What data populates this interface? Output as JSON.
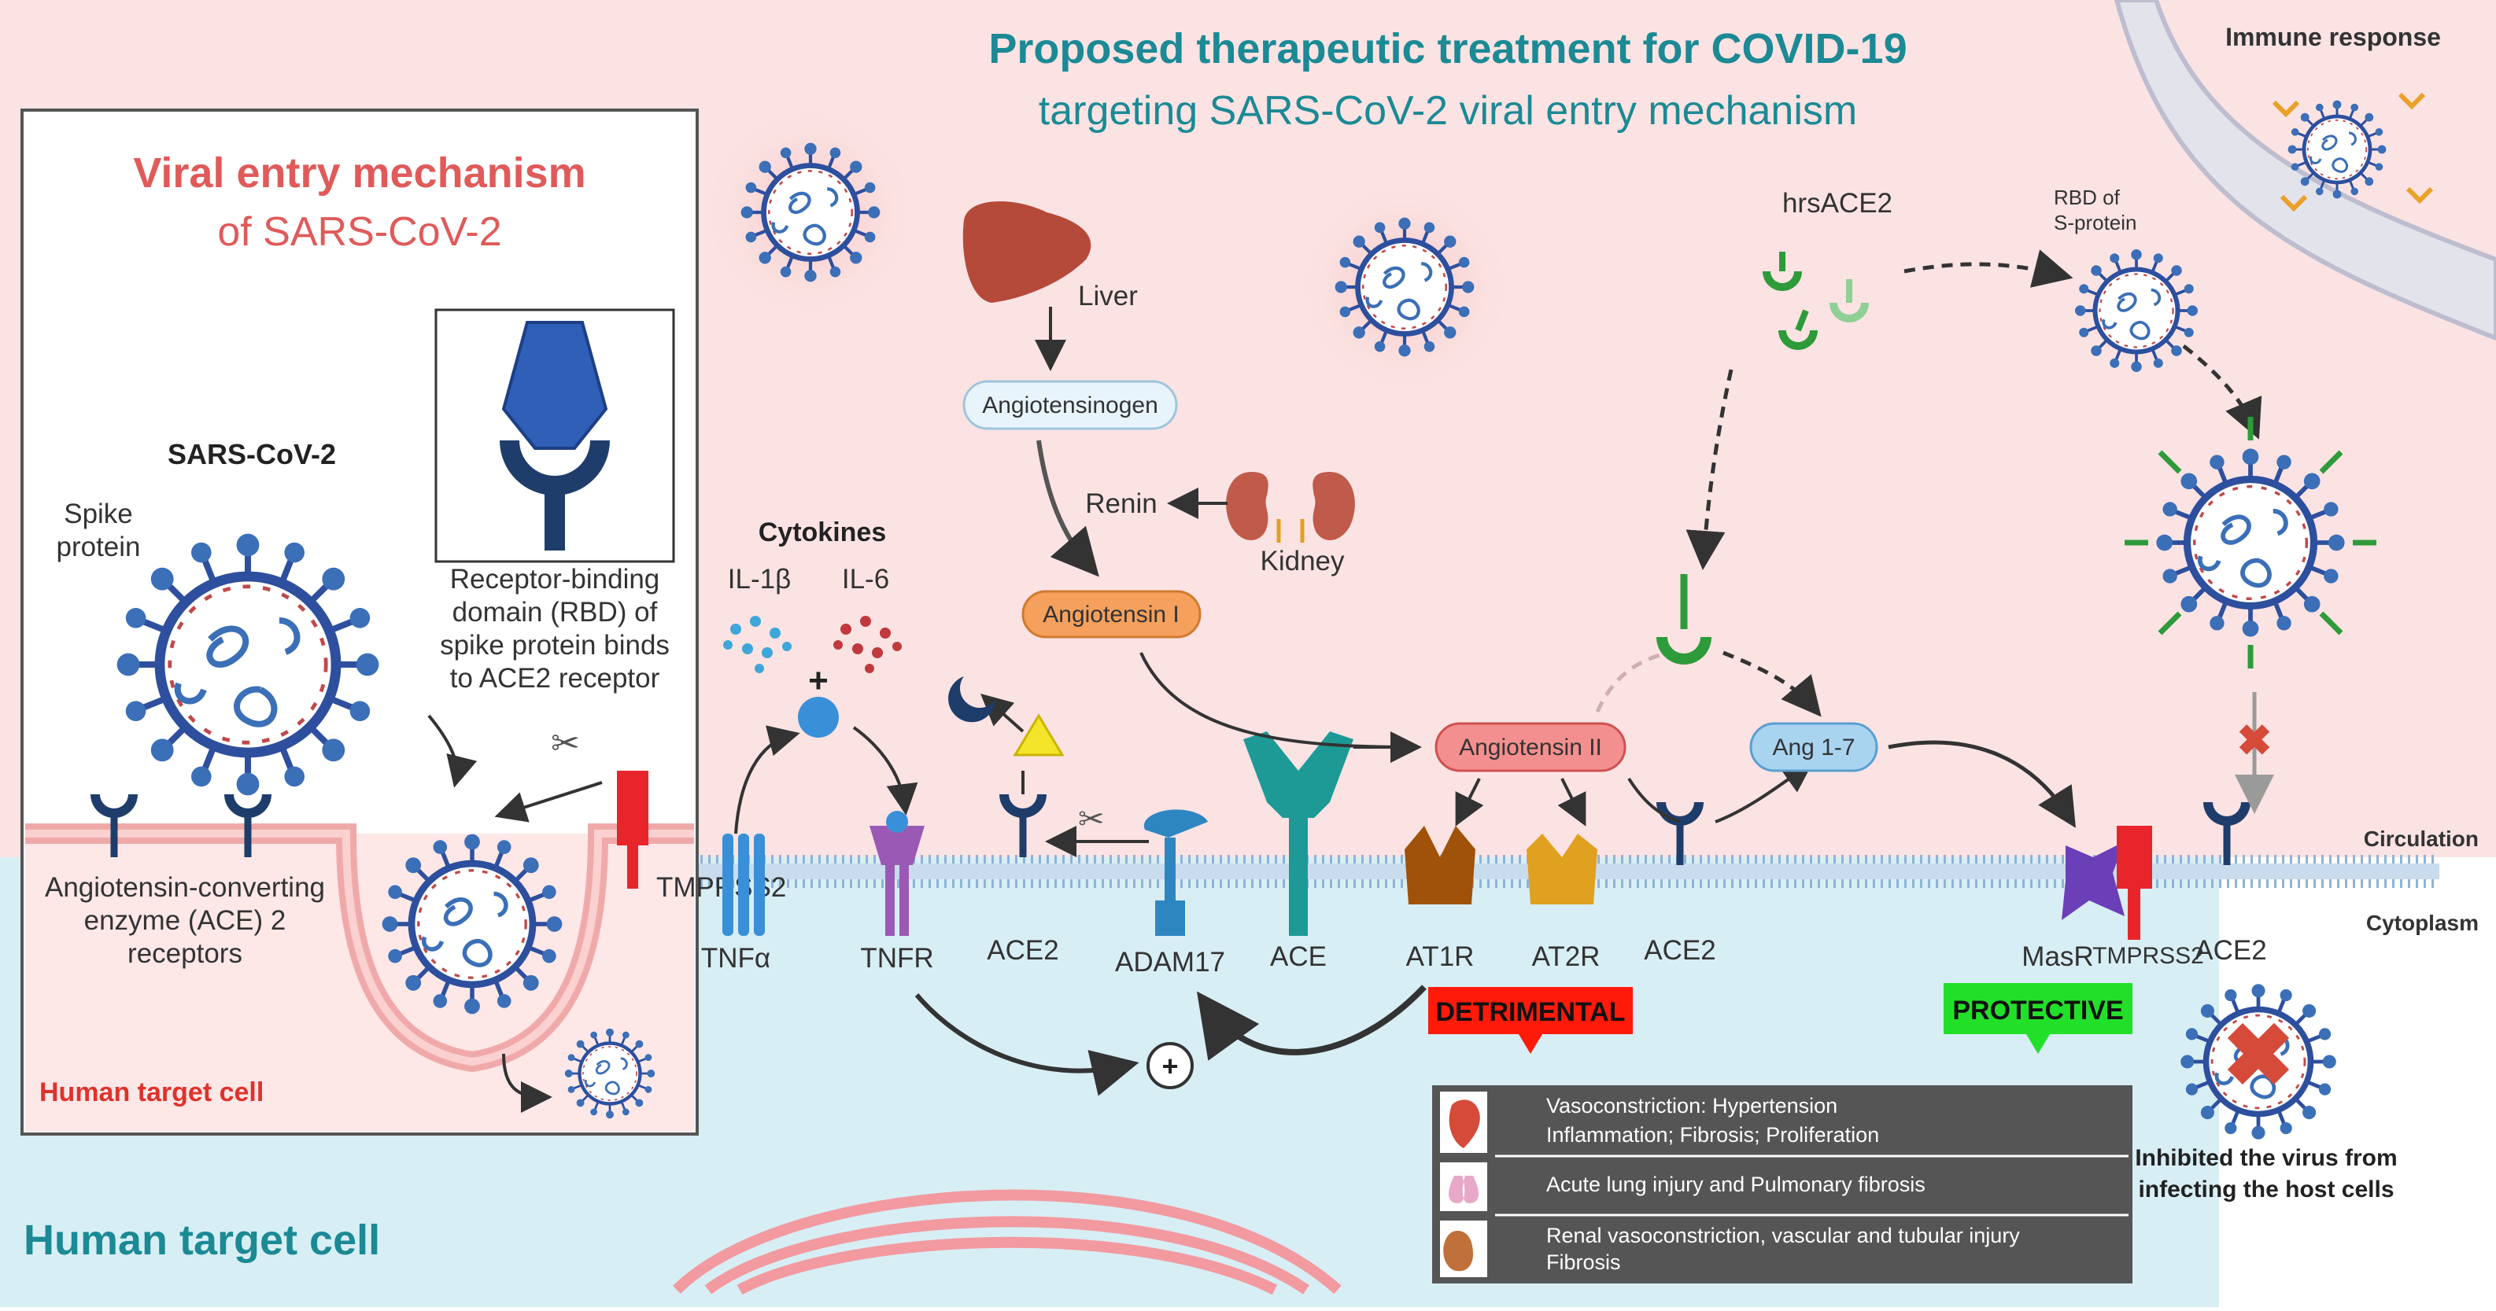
{
  "header": {
    "title": "Proposed therapeutic treatment for COVID-19",
    "subtitle": "targeting SARS-CoV-2 viral entry mechanism"
  },
  "inset": {
    "title": "Viral entry mechanism",
    "subtitle": "of SARS-CoV-2",
    "virus_label": "SARS-CoV-2",
    "spike_label_1": "Spike",
    "spike_label_2": "protein",
    "rbd_caption": [
      "Receptor-binding",
      "domain (RBD) of",
      "spike protein binds",
      "to ACE2 receptor"
    ],
    "ace2_caption": [
      "Angiotensin-converting",
      "enzyme (ACE) 2",
      "receptors"
    ],
    "tmprss2": "TMPRSS2",
    "cell_label": "Human target cell"
  },
  "cytokines": {
    "title": "Cytokines",
    "il1b": "IL-1β",
    "il6": "IL-6",
    "plus": "+"
  },
  "raas": {
    "liver": "Liver",
    "angiotensinogen": "Angiotensinogen",
    "renin": "Renin",
    "kidney": "Kidney",
    "angiotensin_i": "Angiotensin I",
    "angiotensin_ii": "Angiotensin II",
    "ang17": "Ang 1-7",
    "hrsace2": "hrsACE2",
    "rbd_s_1": "RBD of",
    "rbd_s_2": "S-protein"
  },
  "membrane": {
    "circulation": "Circulation",
    "cytoplasm": "Cytoplasm",
    "receptors": [
      "TNFα",
      "TNFR",
      "ACE2",
      "ADAM17",
      "ACE",
      "AT1R",
      "AT2R",
      "ACE2",
      "MasR",
      "TMPRSS2",
      "ACE2"
    ]
  },
  "outcomes": {
    "detrimental": "DETRIMENTAL",
    "protective": "PROTECTIVE",
    "effects": [
      [
        "Vasoconstriction: Hypertension",
        "Inflammation; Fibrosis; Proliferation"
      ],
      [
        "Acute lung injury and Pulmonary fibrosis"
      ],
      [
        "Renal vasoconstriction, vascular and tubular  injury",
        "Fibrosis"
      ]
    ],
    "plus_circle": "+"
  },
  "right": {
    "immune_response": "Immune response",
    "inhibited": [
      "Inhibited the virus from",
      "infecting the host cells"
    ]
  },
  "cell_label": "Human target cell",
  "colors": {
    "title_teal": "#1b8a95",
    "inset_red": "#e05a5a",
    "detrimental_red": "#ff1a0a",
    "protective_green": "#22e02a",
    "circulation_bg": "#fbe3e3",
    "cytoplasm_bg": "#d8eef5"
  }
}
